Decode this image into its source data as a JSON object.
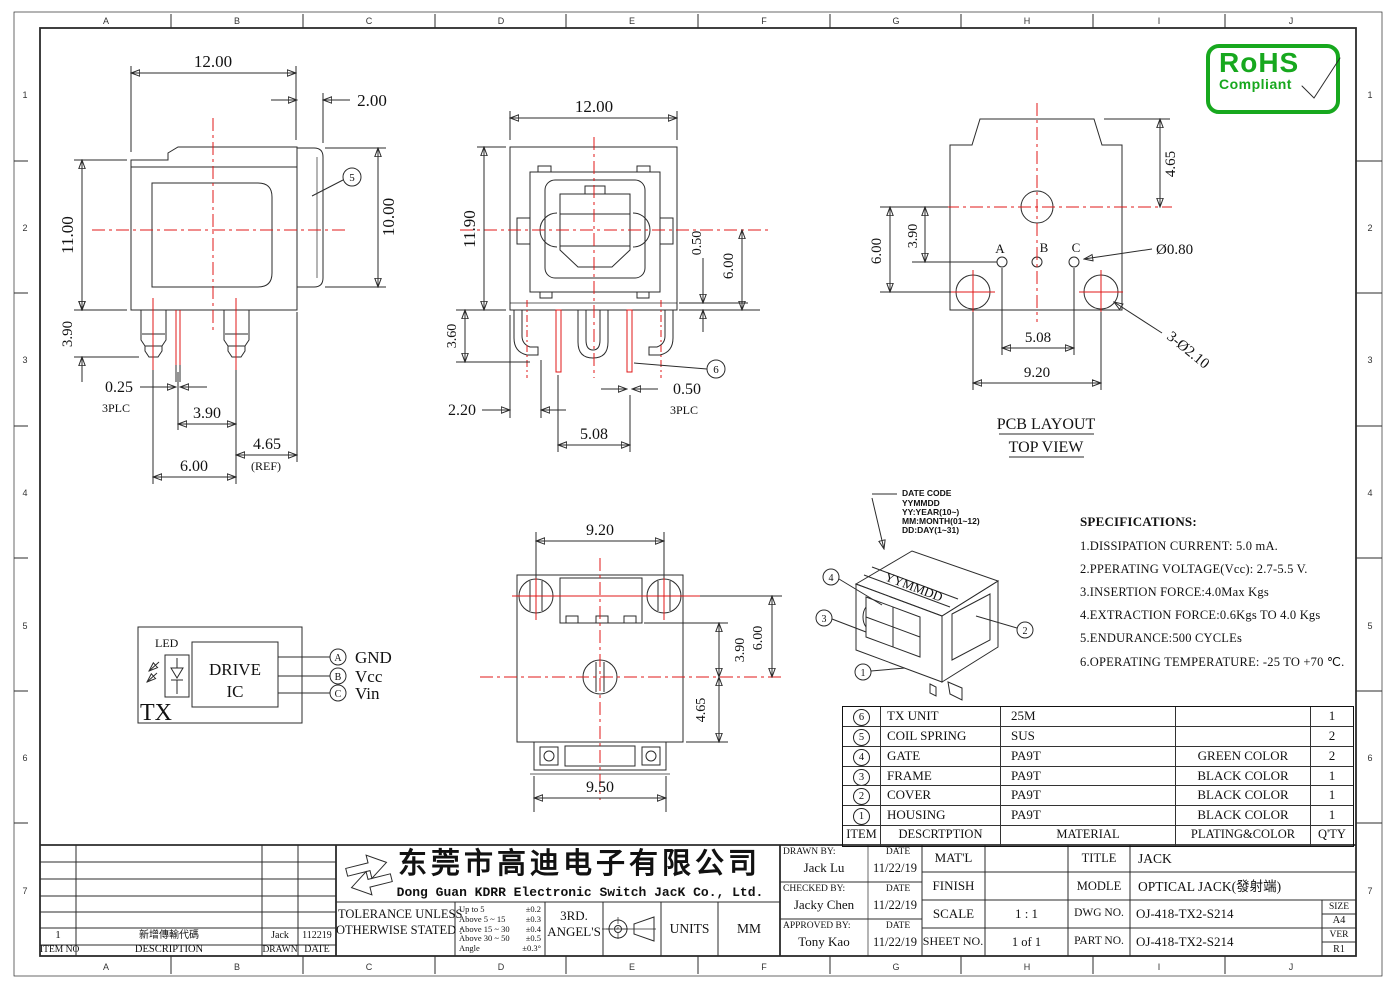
{
  "grid": {
    "cols": [
      "A",
      "B",
      "C",
      "D",
      "E",
      "F",
      "G",
      "H",
      "I",
      "J"
    ],
    "rows": [
      "1",
      "2",
      "3",
      "4",
      "5",
      "6",
      "7"
    ]
  },
  "rohs": {
    "line1": "RoHS",
    "line2": "Compliant",
    "color": "#17a81e"
  },
  "side_view": {
    "dim_width": "12.00",
    "dim_plate": "2.00",
    "dim_height": "11.00",
    "dim_plate_height": "10.00",
    "dim_pin_len": "3.90",
    "dim_pin_thk": "0.25",
    "pin_thk_note": "3PLC",
    "dim_pin_pitch": "3.90",
    "dim_ref": "4.65",
    "ref_note": "(REF)",
    "dim_pitch2": "6.00",
    "balloon": "5"
  },
  "front_view": {
    "dim_width": "12.00",
    "dim_height": "11.90",
    "dim_step": "0.50",
    "dim_center": "6.00",
    "dim_pin_len": "3.60",
    "dim_edge": "2.20",
    "dim_pitch": "5.08",
    "dim_pin_thk": "0.50",
    "pin_thk_note": "3PLC",
    "balloon": "6"
  },
  "pcb_view": {
    "dim_top": "4.65",
    "dim_center": "6.00",
    "dim_row": "3.90",
    "pad_a": "A",
    "pad_b": "B",
    "pad_c": "C",
    "dia_small": "Ø0.80",
    "dim_pitch": "5.08",
    "dim_mount": "9.20",
    "dia_mount": "3-Ø2.10",
    "caption1": "PCB LAYOUT",
    "caption2": "TOP VIEW"
  },
  "bottom_view": {
    "dim_mount": "9.20",
    "dim_row": "3.90",
    "dim_center": "6.00",
    "dim_front": "4.65",
    "dim_width": "9.50"
  },
  "circuit": {
    "led": "LED",
    "tx": "TX",
    "ic_line1": "DRIVE",
    "ic_line2": "IC",
    "pin_a": "A",
    "pin_a_label": "GND",
    "pin_b": "B",
    "pin_b_label": "Vcc",
    "pin_c": "C",
    "pin_c_label": "Vin"
  },
  "iso": {
    "note1": "DATE CODE",
    "note2": "YYMMDD",
    "note3": "YY:YEAR(10~)",
    "note4": "MM:MONTH(01~12)",
    "note5": "DD:DAY(1~31)",
    "surface": "YYMMDD",
    "balloon1": "1",
    "balloon2": "2",
    "balloon3": "3",
    "balloon4": "4"
  },
  "specs": {
    "title": "SPECIFICATIONS:",
    "item1": "1.DISSIPATION CURRENT: 5.0 mA.",
    "item2": "2.PPERATING VOLTAGE(Vcc): 2.7-5.5 V.",
    "item3": "3.INSERTION  FORCE:4.0Max Kgs",
    "item4": "4.EXTRACTION  FORCE:0.6Kgs TO 4.0 Kgs",
    "item5": "5.ENDURANCE:500 CYCLEs",
    "item6": "6.OPERATING TEMPERATURE: -25 TO +70 ℃."
  },
  "parts": {
    "headers": {
      "item": "ITEM",
      "desc": "DESCRTPTION",
      "material": "MATERIAL",
      "plating": "PLATING&COLOR",
      "qty": "Q'TY"
    },
    "rows": [
      {
        "item": "6",
        "desc": "TX UNIT",
        "material": "25M",
        "plating": "",
        "qty": "1"
      },
      {
        "item": "5",
        "desc": "COIL SPRING",
        "material": "SUS",
        "plating": "",
        "qty": "2"
      },
      {
        "item": "4",
        "desc": "GATE",
        "material": "PA9T",
        "plating": "GREEN COLOR",
        "qty": "2"
      },
      {
        "item": "3",
        "desc": "FRAME",
        "material": "PA9T",
        "plating": "BLACK COLOR",
        "qty": "1"
      },
      {
        "item": "2",
        "desc": "COVER",
        "material": "PA9T",
        "plating": "BLACK COLOR",
        "qty": "1"
      },
      {
        "item": "1",
        "desc": "HOUSING",
        "material": "PA9T",
        "plating": "BLACK COLOR",
        "qty": "1"
      }
    ]
  },
  "company": {
    "name_cn": "东莞市高迪电子有限公司",
    "name_en": "Dong Guan KDRR  Electronic Switch JacK Co., Ltd.",
    "logo_color": "#d81e12"
  },
  "tolerance": {
    "label1": "TOLERANCE UNLESS",
    "label2": "OTHERWISE STATED :",
    "r1": "Up to 5",
    "v1": "±0.2",
    "r2": "Above 5  ~ 15",
    "v2": "±0.3",
    "r3": "Above 15 ~ 30",
    "v3": "±0.4",
    "r4": "Above 30 ~ 50",
    "v4": "±0.5",
    "r5": "Angle",
    "v5": "±0.3°",
    "proj1": "3RD.",
    "proj2": "ANGEL'S",
    "units_label": "UNITS",
    "units_value": "MM"
  },
  "revision": {
    "h_item": "ITEM NO",
    "h_desc": "DESCRIPTION",
    "h_drawn": "DRAWN",
    "h_date": "DATE",
    "row_item": "1",
    "row_desc": "新增傳輸代碼",
    "row_drawn": "Jack",
    "row_date": "112219"
  },
  "titleblock": {
    "drawn_label": "DRAWN BY:",
    "checked_label": "CHECKED BY:",
    "approved_label": "APPROVED BY:",
    "date_label": "DATE",
    "drawn_name": "Jack  Lu",
    "drawn_date": "11/22/19",
    "checked_name": "Jacky Chen",
    "checked_date": "11/22/19",
    "approved_name": "Tony Kao",
    "approved_date": "11/22/19",
    "matl": "MAT'L",
    "finish": "FINISH",
    "scale": "SCALE",
    "scale_value": "1 : 1",
    "sheet": "SHEET NO.",
    "sheet_value": "1 of 1",
    "title": "TITLE",
    "title_value": "JACK",
    "modle": "MODLE",
    "modle_value": "OPTICAL  JACK(發射端)",
    "dwg": "DWG NO.",
    "dwg_value": "OJ-418-TX2-S214",
    "part": "PART NO.",
    "part_value": "OJ-418-TX2-S214",
    "size": "SIZE",
    "size_value": "A4",
    "ver": "VER",
    "ver_value": "R1"
  }
}
